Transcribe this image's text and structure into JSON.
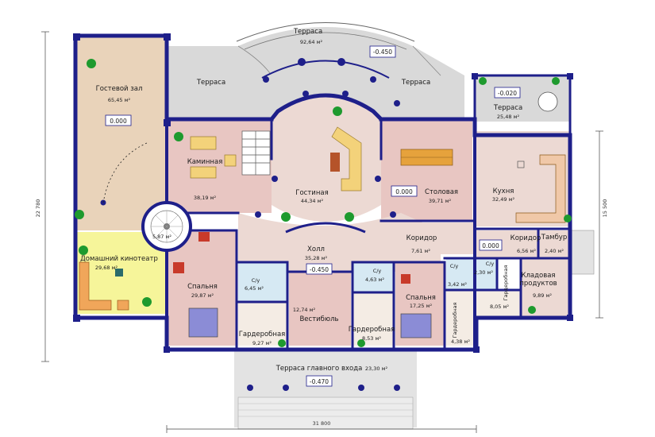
{
  "colors": {
    "wall": "#1e1f8a",
    "terrace": "#d9d9d9",
    "wood": "#e9d3ba",
    "living": "#e8c6c2",
    "tile": "#ecd9d3",
    "bath": "#d6e9f3",
    "theater": "#f6f59a",
    "wardrobe": "#f4ece4",
    "plant": "#1e9a2e"
  },
  "rooms": {
    "terrace_top": {
      "name": "Терраса",
      "area": "92,64 м²",
      "level": "-0.450"
    },
    "terrace_left": {
      "name": "Терраса"
    },
    "terrace_right": {
      "name": "Терраса"
    },
    "terrace_kitchen": {
      "name": "Терраса",
      "area": "25,48 м²",
      "level": "-0.020"
    },
    "guest_hall": {
      "name": "Гостевой зал",
      "area": "65,45 м²",
      "level": "0.000"
    },
    "fireplace": {
      "name": "Каминная",
      "area": "38,19 м²"
    },
    "living": {
      "name": "Гостиная",
      "area": "44,34 м²"
    },
    "dining": {
      "name": "Столовая",
      "area": "39,71 м²",
      "level": "0.000"
    },
    "kitchen": {
      "name": "Кухня",
      "area": "32,49 м²"
    },
    "stair": {
      "area": "5,87 м²"
    },
    "theater": {
      "name": "Домашний кинотеатр",
      "area": "29,68 м²"
    },
    "hall": {
      "name": "Холл",
      "area": "35,28 м²",
      "level": "-0.450"
    },
    "corridor1": {
      "name": "Коридор",
      "area": "7,61 м²"
    },
    "corridor2": {
      "name": "Коридор",
      "area": "6,56 м²",
      "level": "0.000"
    },
    "tambur": {
      "name": "Тамбур",
      "area": "2,40 м²"
    },
    "bedroom1": {
      "name": "Спальня",
      "area": "29,87 м²"
    },
    "wc1": {
      "name": "С/у",
      "area": "6,45 м²"
    },
    "wardrobe1": {
      "name": "Гардеробная",
      "area": "9,27 м²"
    },
    "vestibule": {
      "name": "Вестибюль",
      "area": "12,74 м²"
    },
    "wc2": {
      "name": "С/у",
      "area": "4,63 м²"
    },
    "wardrobe2": {
      "name": "Гардеробная",
      "area": "8,53 м²"
    },
    "bedroom2": {
      "name": "Спальня",
      "area": "17,25 м²"
    },
    "wc3": {
      "name": "С/у",
      "area": "3,42 м²"
    },
    "wardrobe3": {
      "name": "Гардеробная",
      "area": "4,38 м²"
    },
    "wc4": {
      "name": "С/у",
      "area": "2,30 м²"
    },
    "wardrobe4": {
      "name": "Гардеробная",
      "area": "8,05 м²"
    },
    "pantry": {
      "name": "Кладовая продуктов",
      "name_line1": "Кладовая",
      "name_line2": "продуктов",
      "area": "9,89 м²"
    },
    "main_terrace": {
      "name": "Терраса главного входа",
      "area": "23,30 м²",
      "level": "-0.470"
    }
  },
  "dimensions": {
    "left_height": "22 780",
    "right_height": "15 500",
    "bottom_width": "31 800"
  }
}
